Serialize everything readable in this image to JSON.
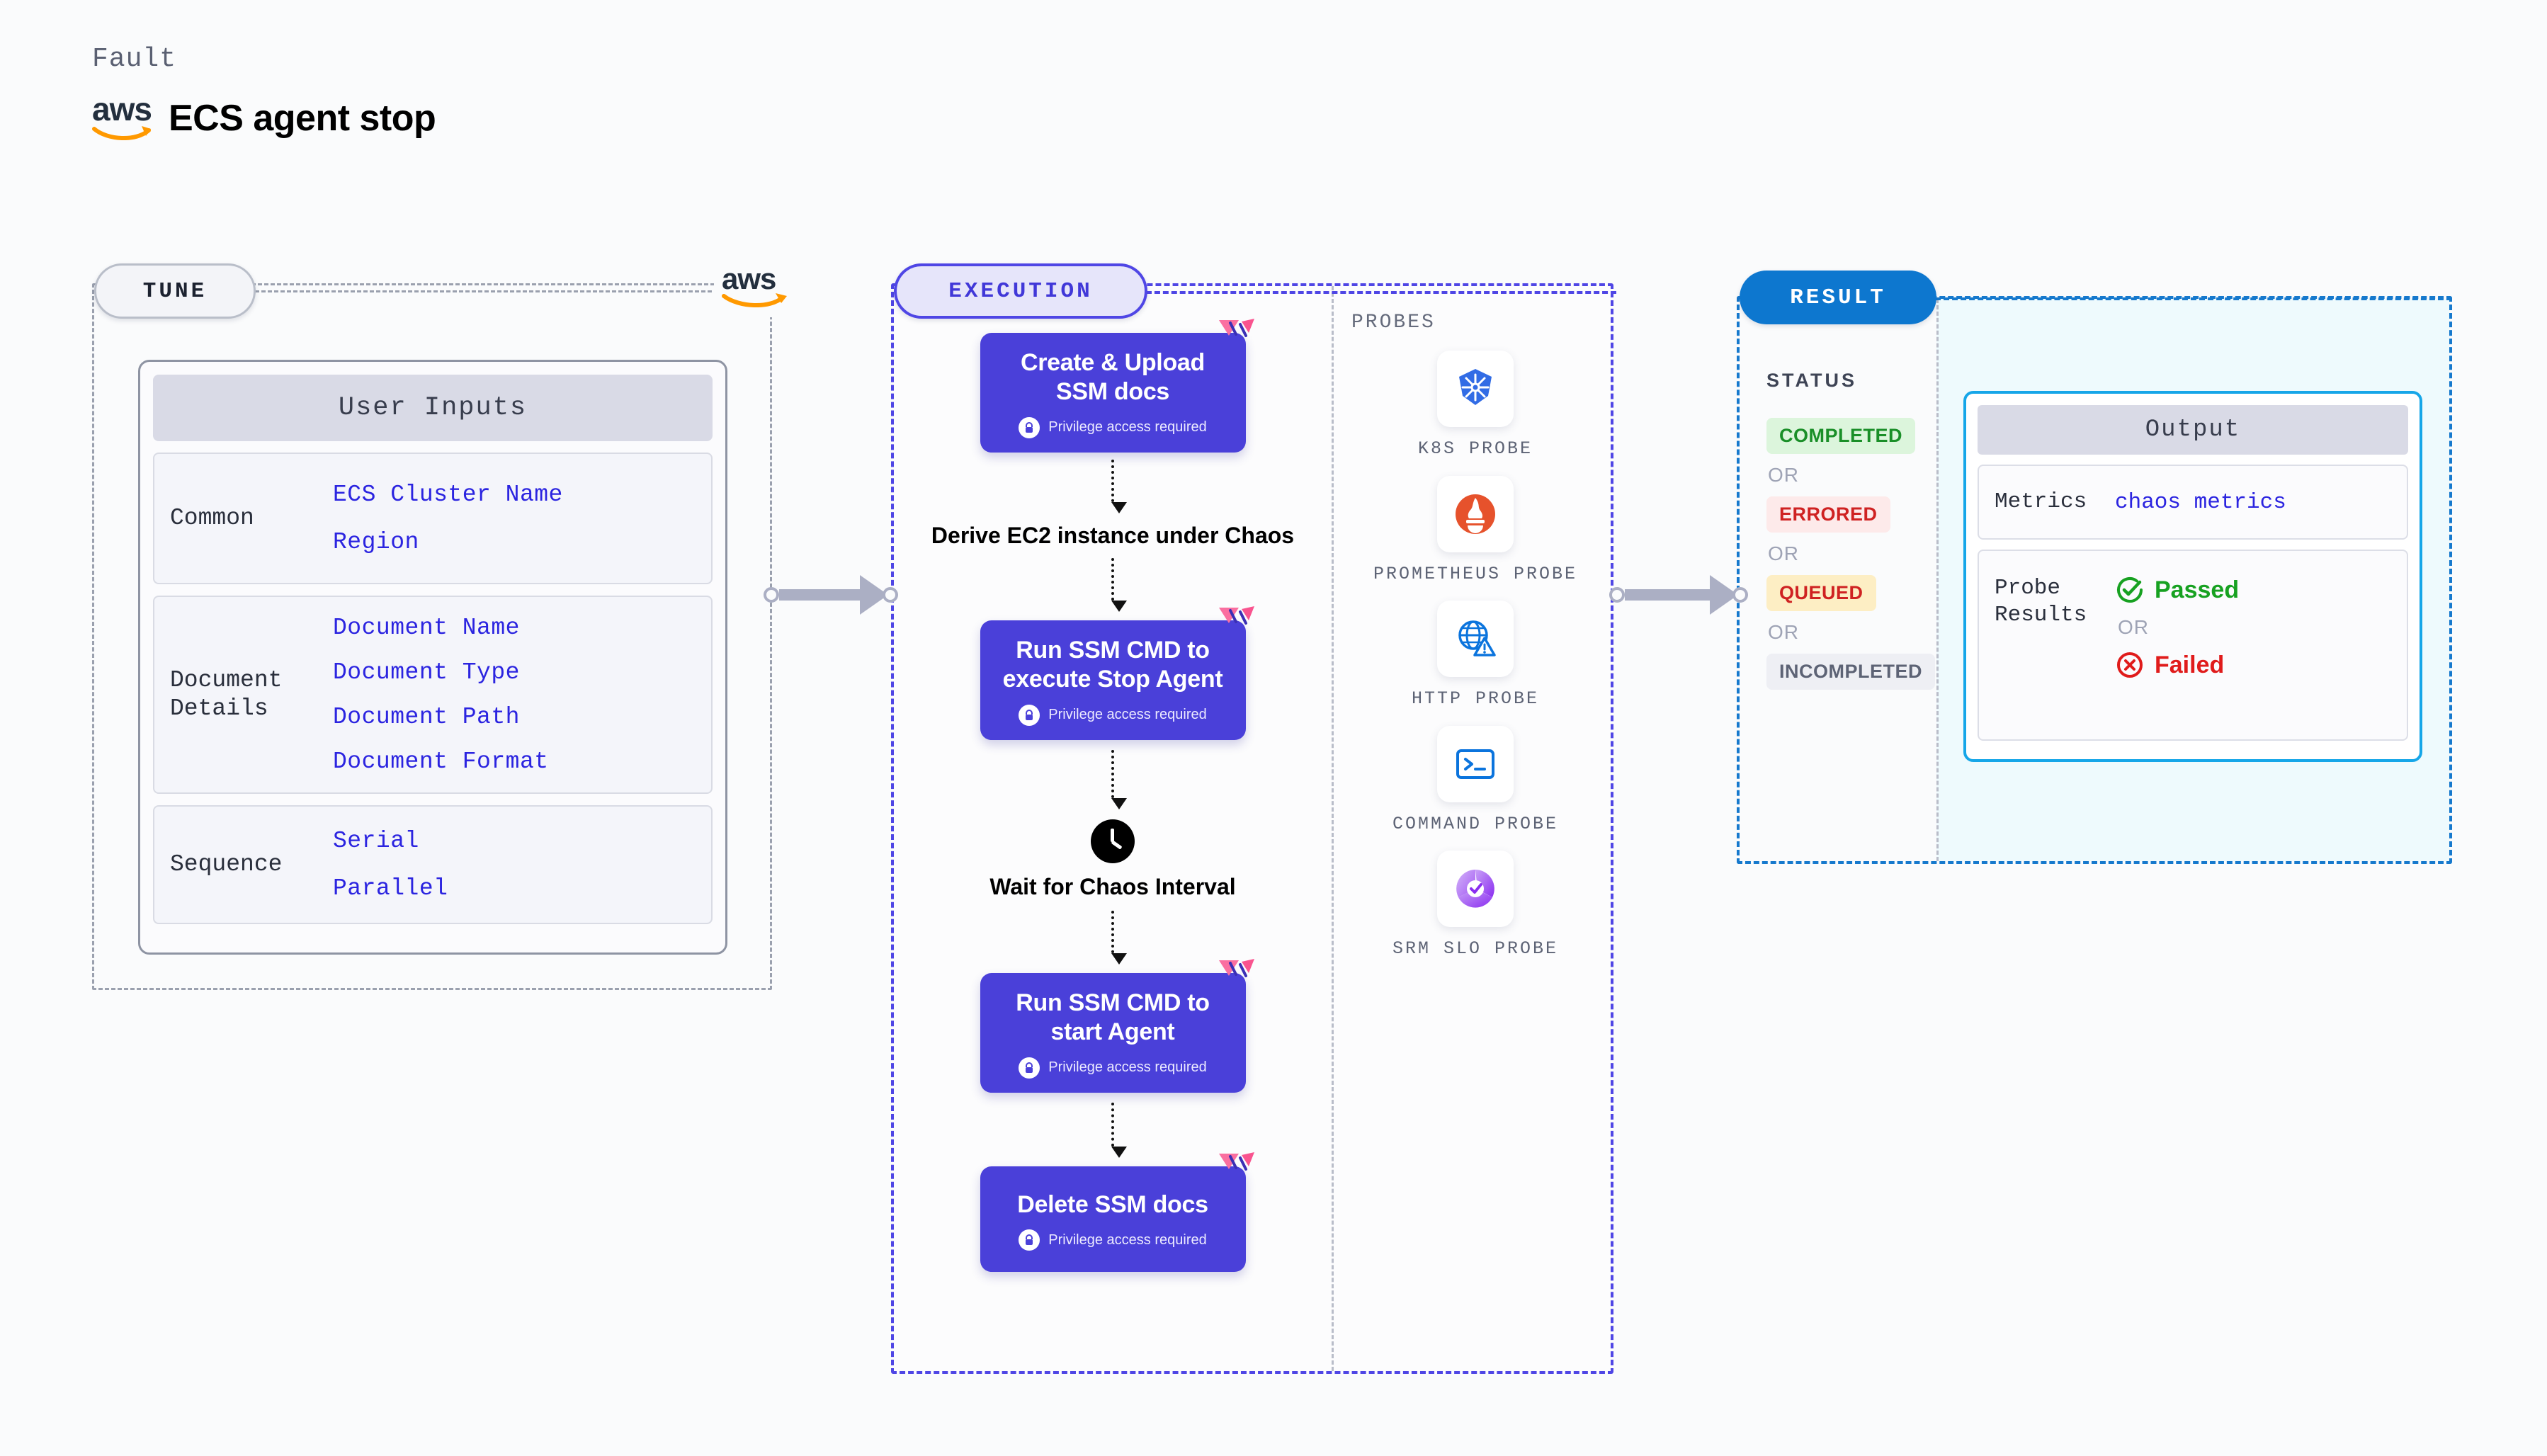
{
  "header": {
    "fault_label": "Fault",
    "title": "ECS agent stop",
    "brand_icon": "aws-logo"
  },
  "tune": {
    "pill_label": "TUNE",
    "brand_icon": "aws-logo",
    "card_title": "User Inputs",
    "groups": [
      {
        "name": "Common",
        "values": [
          "ECS Cluster Name",
          "Region"
        ]
      },
      {
        "name": "Document\nDetails",
        "values": [
          "Document Name",
          "Document Type",
          "Document Path",
          "Document Format"
        ]
      },
      {
        "name": "Sequence",
        "values": [
          "Serial",
          "Parallel"
        ]
      }
    ]
  },
  "execution": {
    "pill_label": "EXECUTION",
    "privilege_note": "Privilege access required",
    "steps": [
      {
        "type": "node",
        "label": "Create & Upload SSM docs",
        "privileged": true,
        "badge_icon": "harness-flag-icon"
      },
      {
        "type": "text",
        "label": "Derive EC2 instance under Chaos"
      },
      {
        "type": "node",
        "label": "Run SSM CMD to execute Stop Agent",
        "privileged": true,
        "badge_icon": "harness-flag-icon"
      },
      {
        "type": "wait",
        "label": "Wait for Chaos Interval",
        "icon": "clock-icon"
      },
      {
        "type": "node",
        "label": "Run SSM CMD to start Agent",
        "privileged": true,
        "badge_icon": "harness-flag-icon"
      },
      {
        "type": "node",
        "label": "Delete SSM docs",
        "privileged": true,
        "badge_icon": "harness-flag-icon"
      }
    ]
  },
  "probes": {
    "label": "PROBES",
    "items": [
      {
        "name": "K8S PROBE",
        "icon": "kubernetes-icon"
      },
      {
        "name": "PROMETHEUS PROBE",
        "icon": "prometheus-icon"
      },
      {
        "name": "HTTP PROBE",
        "icon": "http-globe-icon"
      },
      {
        "name": "COMMAND PROBE",
        "icon": "terminal-icon"
      },
      {
        "name": "SRM SLO PROBE",
        "icon": "srm-slo-icon"
      }
    ]
  },
  "result": {
    "pill_label": "RESULT",
    "status_label": "STATUS",
    "or_label": "OR",
    "statuses": [
      {
        "label": "COMPLETED",
        "color": "#1a8f28",
        "bg": "#dcf5dc"
      },
      {
        "label": "ERRORED",
        "color": "#cf2222",
        "bg": "#fdeaea"
      },
      {
        "label": "QUEUED",
        "color": "#cf2222",
        "bg": "#fdeec4"
      },
      {
        "label": "INCOMPLETED",
        "color": "#5d6375",
        "bg": "#eeeff4"
      }
    ],
    "output": {
      "title": "Output",
      "metrics_label": "Metrics",
      "metrics_value": "chaos metrics",
      "probe_results_label": "Probe\nResults",
      "passed_label": "Passed",
      "failed_label": "Failed",
      "or_label": "OR",
      "passed_color": "#17a121",
      "failed_color": "#e01b1b"
    }
  },
  "colors": {
    "node_purple": "#4a40d9",
    "exec_fill": "#e6e5fa",
    "exec_border": "#4f46e5",
    "result_border": "#1679cd",
    "result_pill": "#0d77cf",
    "output_border": "#16a6e8",
    "value_blue": "#2b24e0",
    "harness_pink": "#fa6fa0"
  }
}
